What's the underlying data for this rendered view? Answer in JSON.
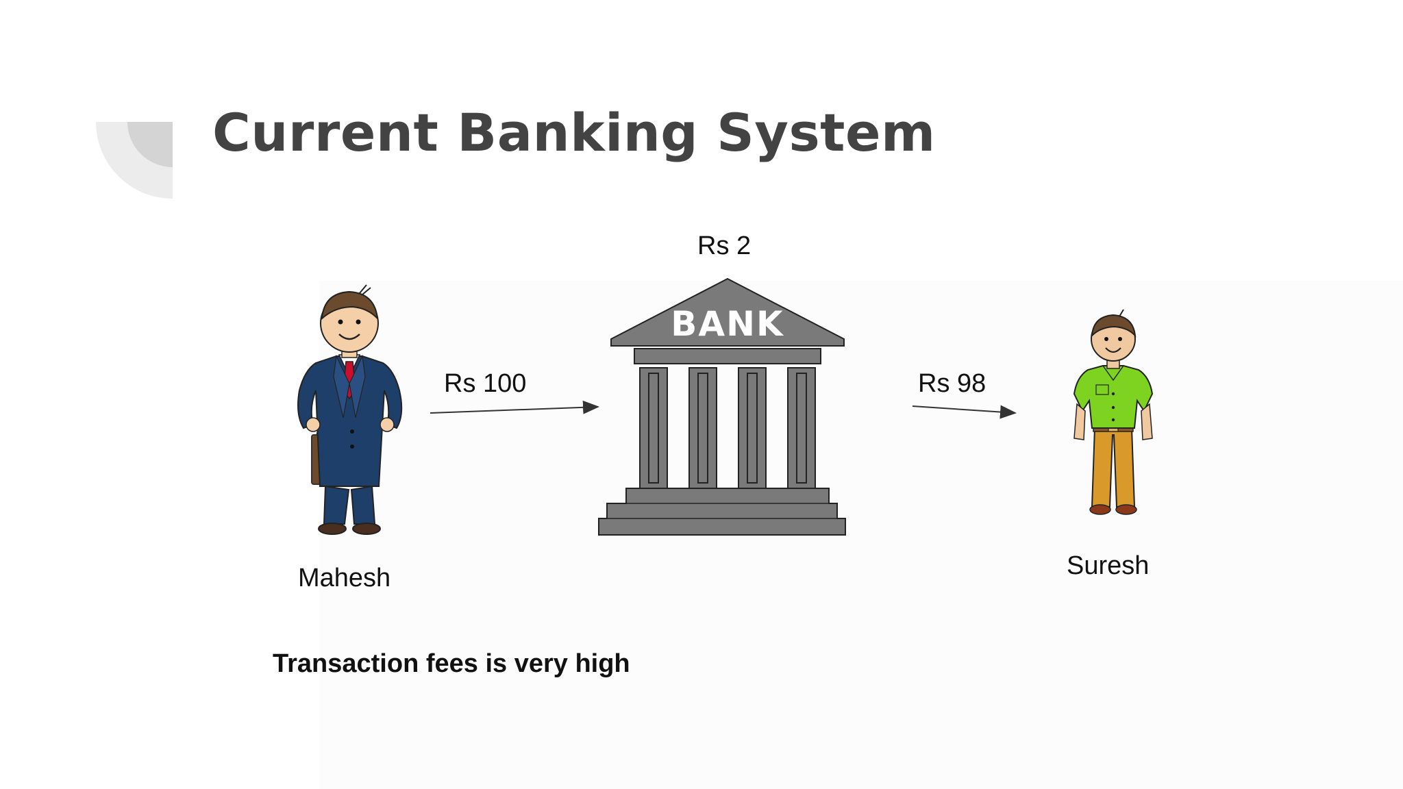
{
  "slide": {
    "title": "Current Banking System",
    "footer_note": "Transaction fees is very high"
  },
  "diagram": {
    "sender": {
      "name": "Mahesh"
    },
    "bank": {
      "label": "BANK",
      "fee": "Rs 2"
    },
    "receiver": {
      "name": "Suresh"
    },
    "transfers": [
      {
        "from": "Mahesh",
        "to": "BANK",
        "amount": "Rs 100"
      },
      {
        "from": "BANK",
        "to": "Suresh",
        "amount": "Rs 98"
      }
    ]
  },
  "colors": {
    "title": "#434343",
    "bank": "#7a7a7a",
    "sender_suit": "#1f3f6b",
    "sender_tie": "#c8102e",
    "receiver_shirt": "#7ed321",
    "receiver_pants": "#d99a2b"
  }
}
